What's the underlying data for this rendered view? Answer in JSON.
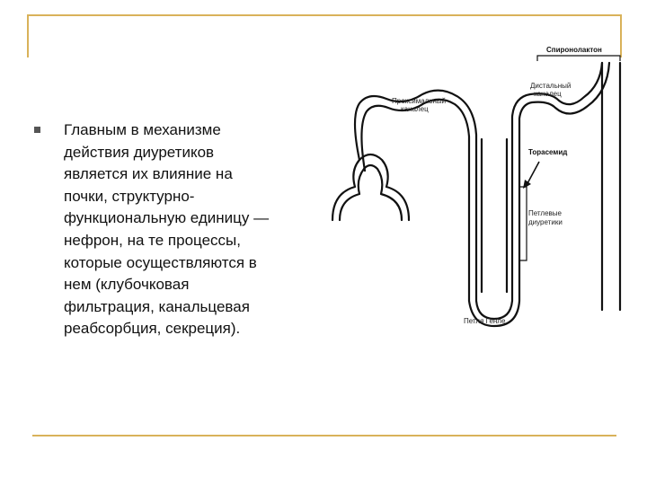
{
  "slide": {
    "bullet_text": "Главным в механизме\nдействия диуретиков\nявляется их влияние на\nпочки, структурно-\nфункциональную единицу —\nнефрон, на те процессы,\nкоторые осуществляются в\nнем (клубочковая\nфильтрация, канальцевая\nреабсорбция, секреция)."
  },
  "diagram": {
    "labels": {
      "proximal": [
        "Проксимальный",
        "каналец"
      ],
      "distal": [
        "Дистальный",
        "каналец"
      ],
      "spironolactone": "Спиронолактон",
      "torasemide": "Торасемид",
      "loop_diuretics": [
        "Петлевые",
        "диуретики"
      ],
      "loop_henle": "Петля Генле"
    }
  },
  "colors": {
    "frame": "#d9b25a",
    "text": "#111111",
    "bullet": "#555555"
  }
}
